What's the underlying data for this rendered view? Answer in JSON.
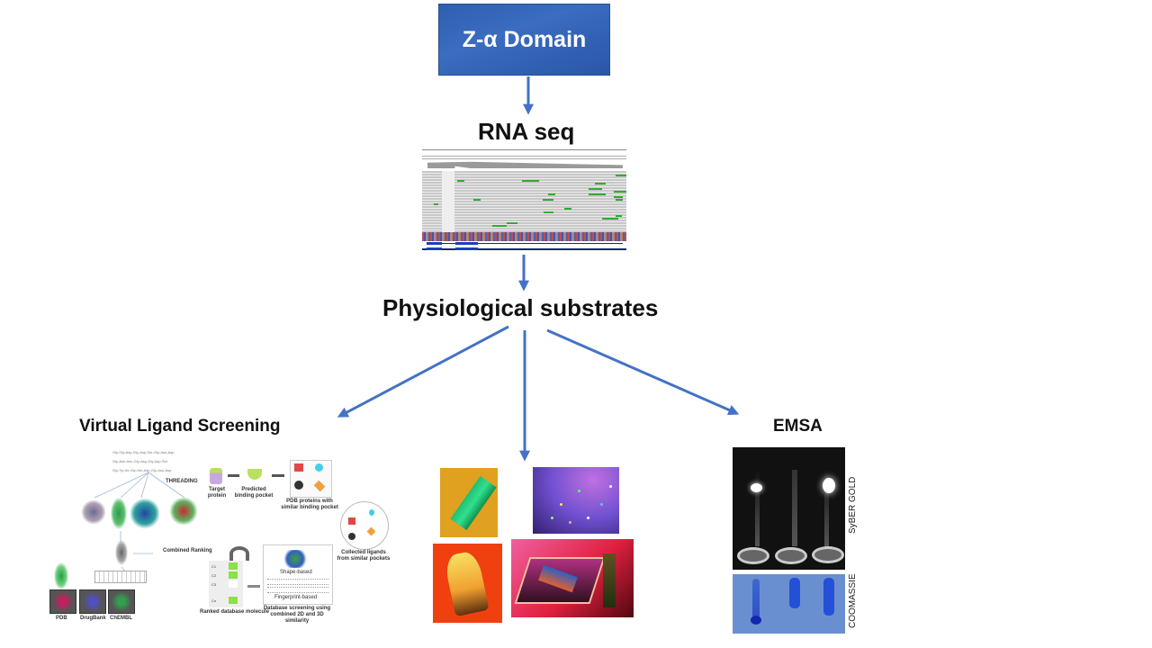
{
  "diagram": {
    "title_box": {
      "label": "Z-α Domain",
      "color": "#3a6cc0"
    },
    "arrow_color": "#4472c4",
    "nodes": {
      "rna_seq": {
        "label": "RNA seq"
      },
      "physiological_substrates": {
        "label": "Physiological substrates"
      },
      "virtual_ligand_screening": {
        "label": "Virtual Ligand Screening",
        "figure": {
          "threading_label": "THREADING",
          "combined_ranking_label": "Combined Ranking",
          "databases": [
            "PDB",
            "DrugBank",
            "ChEMBL"
          ],
          "pipeline_steps": [
            "Target protein",
            "Predicted binding pocket",
            "PDB proteins with similar binding pocket",
            "Collected ligands from similar pockets",
            "Database screening using combined 2D and 3D similarity",
            "Ranked database molecule"
          ],
          "screening_methods": [
            "Shape-based",
            "Fingerprint-based"
          ],
          "ranked_labels": [
            "C1",
            "C2",
            "C3",
            "Cn"
          ]
        }
      },
      "crystallography": {
        "images": [
          "green-crystal",
          "purple-microcrystals",
          "orange-crystal",
          "red-prism-crystal"
        ]
      },
      "emsa": {
        "label": "EMSA",
        "stain_labels": [
          "SyBER GOLD",
          "COOMASSIE"
        ]
      }
    },
    "edges": [
      [
        "title_box",
        "rna_seq"
      ],
      [
        "rna_seq",
        "physiological_substrates"
      ],
      [
        "physiological_substrates",
        "virtual_ligand_screening"
      ],
      [
        "physiological_substrates",
        "crystallography"
      ],
      [
        "physiological_substrates",
        "emsa"
      ]
    ]
  }
}
